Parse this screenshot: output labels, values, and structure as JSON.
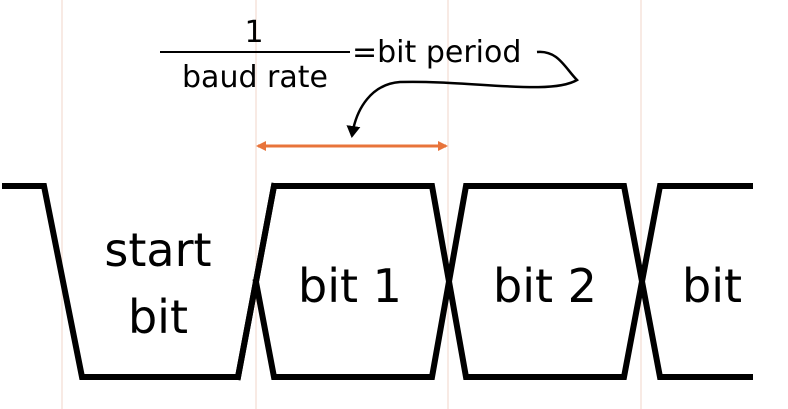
{
  "formula": {
    "numerator": "1",
    "denominator": "baud rate",
    "result": "=bit period"
  },
  "cells": [
    {
      "line1": "start",
      "line2": "bit"
    },
    {
      "label": "bit 1"
    },
    {
      "label": "bit 2"
    },
    {
      "label": "bit"
    }
  ],
  "colors": {
    "wave": "#000000",
    "arrow": "#e8743b",
    "guide": "#f2dcd2",
    "background": "#ffffff"
  }
}
